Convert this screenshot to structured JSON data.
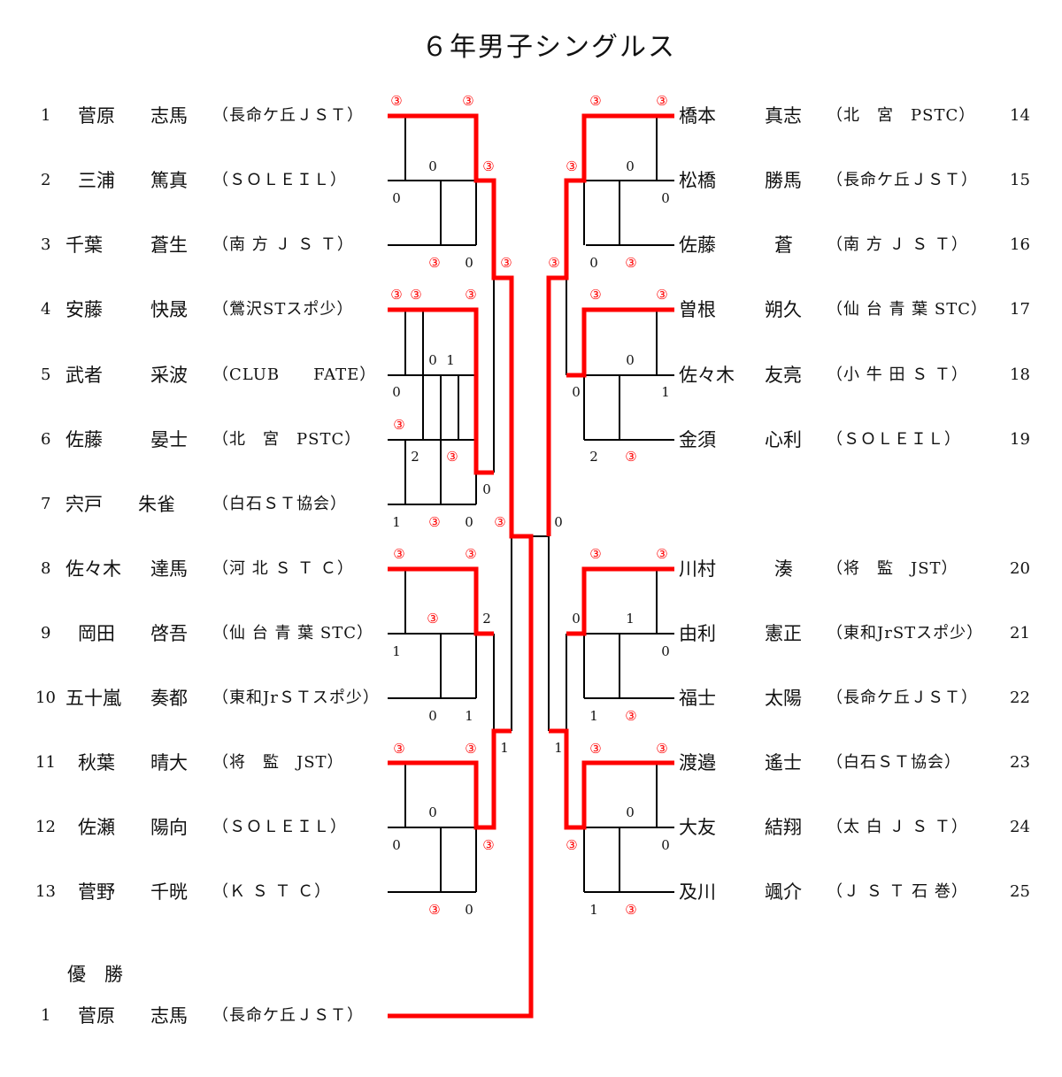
{
  "title": "６年男子シングルス",
  "left_players": [
    {
      "no": "1",
      "family": "菅原",
      "given": "志馬",
      "club": "（長命ケ丘ＪＳＴ）"
    },
    {
      "no": "2",
      "family": "三浦",
      "given": "篤真",
      "club": "（ＳＯＬＥＩＬ）"
    },
    {
      "no": "3",
      "family": "千葉",
      "given": "蒼生",
      "club": "（南 方 Ｊ Ｓ Ｔ）"
    },
    {
      "no": "4",
      "family": "安藤",
      "given": "快晟",
      "club": "（鶯沢STスポ少）"
    },
    {
      "no": "5",
      "family": "武者",
      "given": "采波",
      "club": "（CLUB　　FATE）"
    },
    {
      "no": "6",
      "family": "佐藤",
      "given": "晏士",
      "club": "（北　宮　PSTC）"
    },
    {
      "no": "7",
      "family": "宍戸",
      "given": "朱雀",
      "club": "（白石ＳＴ協会）"
    },
    {
      "no": "8",
      "family": "佐々木",
      "given": "達馬",
      "club": "（河 北 Ｓ Ｔ Ｃ）"
    },
    {
      "no": "9",
      "family": "岡田",
      "given": "啓吾",
      "club": "（仙 台 青 葉 STC）"
    },
    {
      "no": "10",
      "family": "五十嵐",
      "given": "奏都",
      "club": "（東和JrＳＴスポ少）"
    },
    {
      "no": "11",
      "family": "秋葉",
      "given": "晴大",
      "club": "（将　監　JST）"
    },
    {
      "no": "12",
      "family": "佐瀬",
      "given": "陽向",
      "club": "（ＳＯＬＥＩＬ）"
    },
    {
      "no": "13",
      "family": "菅野",
      "given": "千晄",
      "club": "（Ｋ Ｓ Ｔ Ｃ）"
    }
  ],
  "right_players": [
    {
      "no": "14",
      "family": "橋本",
      "given": "真志",
      "club": "（北　宮　PSTC）"
    },
    {
      "no": "15",
      "family": "松橋",
      "given": "勝馬",
      "club": "（長命ケ丘ＪＳＴ）"
    },
    {
      "no": "16",
      "family": "佐藤",
      "given": "蒼",
      "club": "（南 方 Ｊ Ｓ Ｔ）"
    },
    {
      "no": "17",
      "family": "曽根",
      "given": "朔久",
      "club": "（仙 台 青 葉 STC）"
    },
    {
      "no": "18",
      "family": "佐々木",
      "given": "友亮",
      "club": "（小 牛 田 Ｓ Ｔ）"
    },
    {
      "no": "19",
      "family": "金須",
      "given": "心利",
      "club": "（ＳＯＬＥＩＬ）"
    },
    {
      "no": "20",
      "family": "川村",
      "given": "湊",
      "club": "（将　監　JST）"
    },
    {
      "no": "21",
      "family": "由利",
      "given": "憲正",
      "club": "（東和JrSTスポ少）"
    },
    {
      "no": "22",
      "family": "福士",
      "given": "太陽",
      "club": "（長命ケ丘ＪＳＴ）"
    },
    {
      "no": "23",
      "family": "渡邉",
      "given": "遙士",
      "club": "（白石ＳＴ協会）"
    },
    {
      "no": "24",
      "family": "大友",
      "given": "結翔",
      "club": "（太 白 Ｊ Ｓ Ｔ）"
    },
    {
      "no": "25",
      "family": "及川",
      "given": "颯介",
      "club": "（Ｊ Ｓ Ｔ 石 巻）"
    }
  ],
  "champion": {
    "label": "優　勝",
    "no": "1",
    "family": "菅原",
    "given": "志馬",
    "club": "（長命ケ丘ＪＳＴ）"
  },
  "scores": [
    "③",
    "③",
    "0",
    "③",
    "0",
    "③",
    "0",
    "③",
    "③",
    "③",
    "③",
    "0",
    "1",
    "0",
    "③",
    "2",
    "③",
    "0",
    "1",
    "③",
    "0",
    "③",
    "0",
    "③",
    "③",
    "③",
    "2",
    "1",
    "0",
    "1",
    "1",
    "③",
    "③",
    "0",
    "③",
    "0",
    "③",
    "0",
    "③",
    "③",
    "③",
    "0",
    "0",
    "0",
    "③",
    "③",
    "③",
    "③",
    "0",
    "0",
    "1",
    "2",
    "③",
    "③",
    "③",
    "0",
    "1",
    "0",
    "1",
    "③",
    "1",
    "③",
    "③",
    "0",
    "③",
    "0",
    "1",
    "③"
  ],
  "colors": {
    "winner_line": "#ff0000",
    "line": "#000000"
  }
}
